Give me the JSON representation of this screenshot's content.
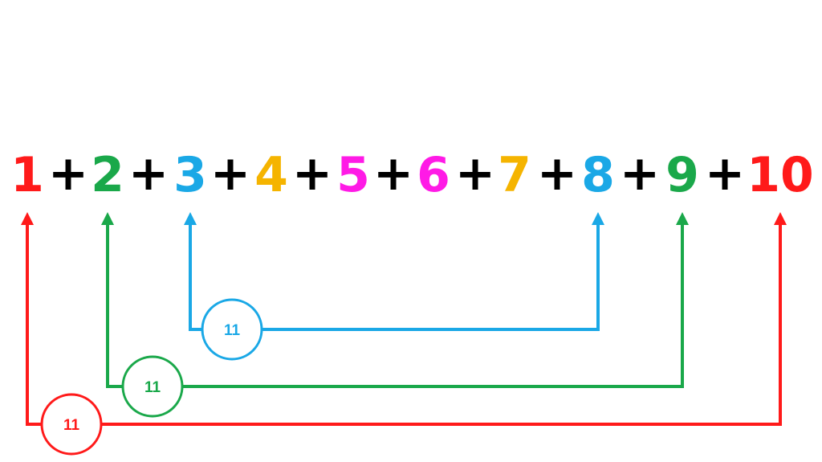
{
  "equation": {
    "terms": [
      {
        "text": "1",
        "color": "#ff1a1a"
      },
      {
        "text": "2",
        "color": "#1aa84a"
      },
      {
        "text": "3",
        "color": "#1aa8e6"
      },
      {
        "text": "4",
        "color": "#f5b400"
      },
      {
        "text": "5",
        "color": "#ff1ae6"
      },
      {
        "text": "6",
        "color": "#ff1ae6"
      },
      {
        "text": "7",
        "color": "#f5b400"
      },
      {
        "text": "8",
        "color": "#1aa8e6"
      },
      {
        "text": "9",
        "color": "#1aa84a"
      },
      {
        "text": "10",
        "color": "#ff1a1a"
      }
    ],
    "operator": "+"
  },
  "pairs": [
    {
      "from_term": 3,
      "to_term": 8,
      "sum": "11",
      "color": "#1aa8e6"
    },
    {
      "from_term": 2,
      "to_term": 9,
      "sum": "11",
      "color": "#1aa84a"
    },
    {
      "from_term": 1,
      "to_term": 10,
      "sum": "11",
      "color": "#ff1a1a"
    }
  ]
}
